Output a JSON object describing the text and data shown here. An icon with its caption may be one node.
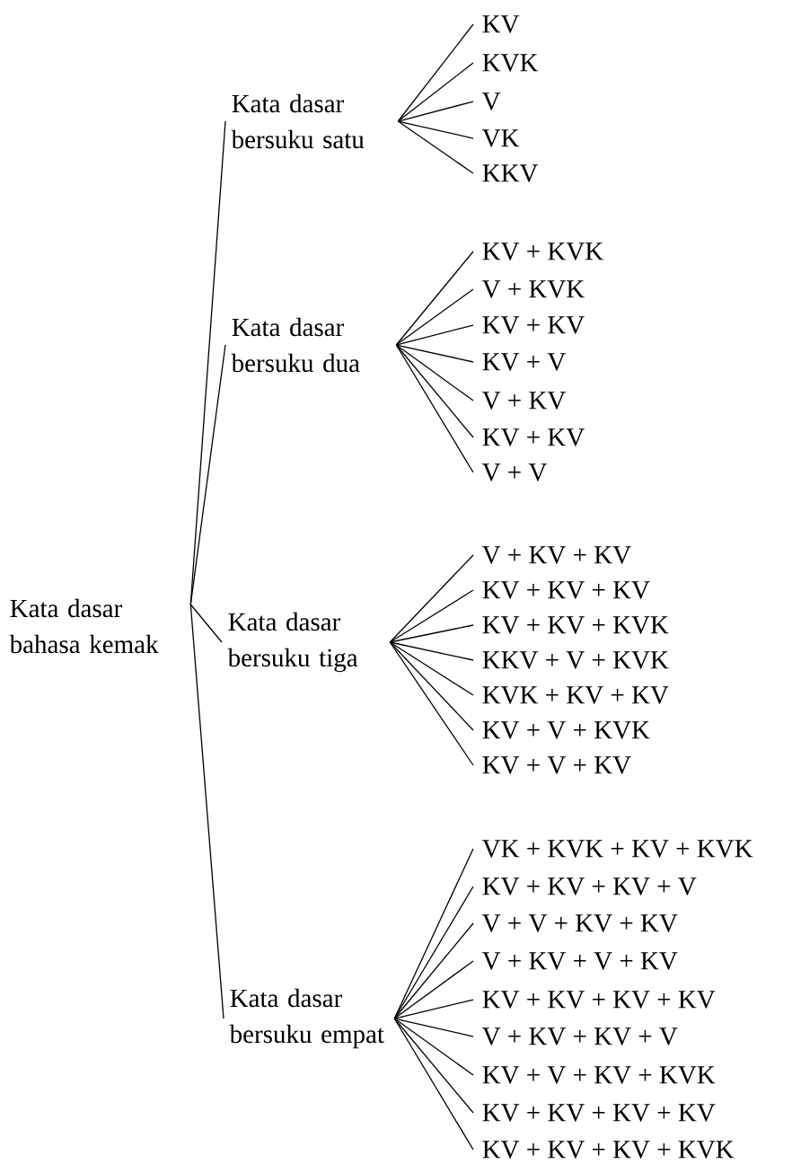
{
  "diagram": {
    "nodes": [
      {
        "text": [
          "Kata dasar bahasa kemak"
        ]
      },
      {
        "text": [
          "Kata dasar bersuku satu"
        ]
      },
      {
        "text": [
          "KV"
        ]
      },
      {
        "text": [
          "KVK"
        ]
      },
      {
        "text": [
          "V"
        ]
      },
      {
        "text": [
          "VK"
        ]
      },
      {
        "text": [
          "KKV"
        ]
      },
      {
        "text": [
          "Kata dasar bersuku dua"
        ]
      },
      {
        "text": [
          "KV + KVK"
        ]
      },
      {
        "text": [
          "V + KVK"
        ]
      },
      {
        "text": [
          "KV + KV"
        ]
      },
      {
        "text": [
          "KV + V"
        ]
      },
      {
        "text": [
          "V + KV"
        ]
      },
      {
        "text": [
          "KV + KV"
        ]
      },
      {
        "text": [
          "V + V"
        ]
      },
      {
        "text": [
          "Kata dasar bersuku tiga"
        ]
      },
      {
        "text": [
          "V + KV + KV"
        ]
      },
      {
        "text": [
          "KV + KV + KV"
        ]
      },
      {
        "text": [
          "KV + KV + KVK"
        ]
      },
      {
        "text": [
          "KKV + V + KVK"
        ]
      },
      {
        "text": [
          "KVK + KV + KV"
        ]
      },
      {
        "text": [
          "KV + V + KVK"
        ]
      },
      {
        "text": [
          "KV + V + KV"
        ]
      },
      {
        "text": [
          "Kata dasar bersuku empat"
        ]
      },
      {
        "text": [
          "VK + KVK + KV + KVK"
        ]
      },
      {
        "text": [
          "KV + KV + KV + V"
        ]
      },
      {
        "text": [
          "V + V + KV + KV"
        ]
      },
      {
        "text": [
          "V + KV + V + KV"
        ]
      },
      {
        "text": [
          "KV + KV + KV + KV"
        ]
      },
      {
        "text": [
          "V + KV + KV + V"
        ]
      },
      {
        "text": [
          "KV + V + KV + KVK"
        ]
      },
      {
        "text": [
          "KV + KV + KV + KV"
        ]
      },
      {
        "text": [
          "KV + KV + KV + KVK"
        ]
      }
    ],
    "edges": [
      {
        "from": 0,
        "to": 1,
        "arrow": "none"
      },
      {
        "from": 0,
        "to": 7,
        "arrow": "none"
      },
      {
        "from": 0,
        "to": 15,
        "arrow": "none"
      },
      {
        "from": 0,
        "to": 23,
        "arrow": "none"
      },
      {
        "from": 1,
        "to": 2,
        "arrow": "none"
      },
      {
        "from": 1,
        "to": 3,
        "arrow": "none"
      },
      {
        "from": 1,
        "to": 4,
        "arrow": "none"
      },
      {
        "from": 1,
        "to": 5,
        "arrow": "none"
      },
      {
        "from": 1,
        "to": 6,
        "arrow": "none"
      },
      {
        "from": 7,
        "to": 8,
        "arrow": "none"
      },
      {
        "from": 7,
        "to": 9,
        "arrow": "none"
      },
      {
        "from": 7,
        "to": 10,
        "arrow": "none"
      },
      {
        "from": 7,
        "to": 11,
        "arrow": "none"
      },
      {
        "from": 7,
        "to": 12,
        "arrow": "none"
      },
      {
        "from": 7,
        "to": 13,
        "arrow": "none"
      },
      {
        "from": 7,
        "to": 14,
        "arrow": "none"
      },
      {
        "from": 15,
        "to": 16,
        "arrow": "none"
      },
      {
        "from": 15,
        "to": 17,
        "arrow": "none"
      },
      {
        "from": 15,
        "to": 18,
        "arrow": "none"
      },
      {
        "from": 15,
        "to": 19,
        "arrow": "none"
      },
      {
        "from": 15,
        "to": 20,
        "arrow": "none"
      },
      {
        "from": 15,
        "to": 21,
        "arrow": "none"
      },
      {
        "from": 15,
        "to": 22,
        "arrow": "none"
      },
      {
        "from": 23,
        "to": 24,
        "arrow": "none"
      },
      {
        "from": 23,
        "to": 25,
        "arrow": "none"
      },
      {
        "from": 23,
        "to": 26,
        "arrow": "none"
      },
      {
        "from": 23,
        "to": 27,
        "arrow": "none"
      },
      {
        "from": 23,
        "to": 28,
        "arrow": "none"
      },
      {
        "from": 23,
        "to": 29,
        "arrow": "none"
      },
      {
        "from": 23,
        "to": 30,
        "arrow": "none"
      },
      {
        "from": 23,
        "to": 31,
        "arrow": "none"
      },
      {
        "from": 23,
        "to": 32,
        "arrow": "none"
      }
    ]
  }
}
